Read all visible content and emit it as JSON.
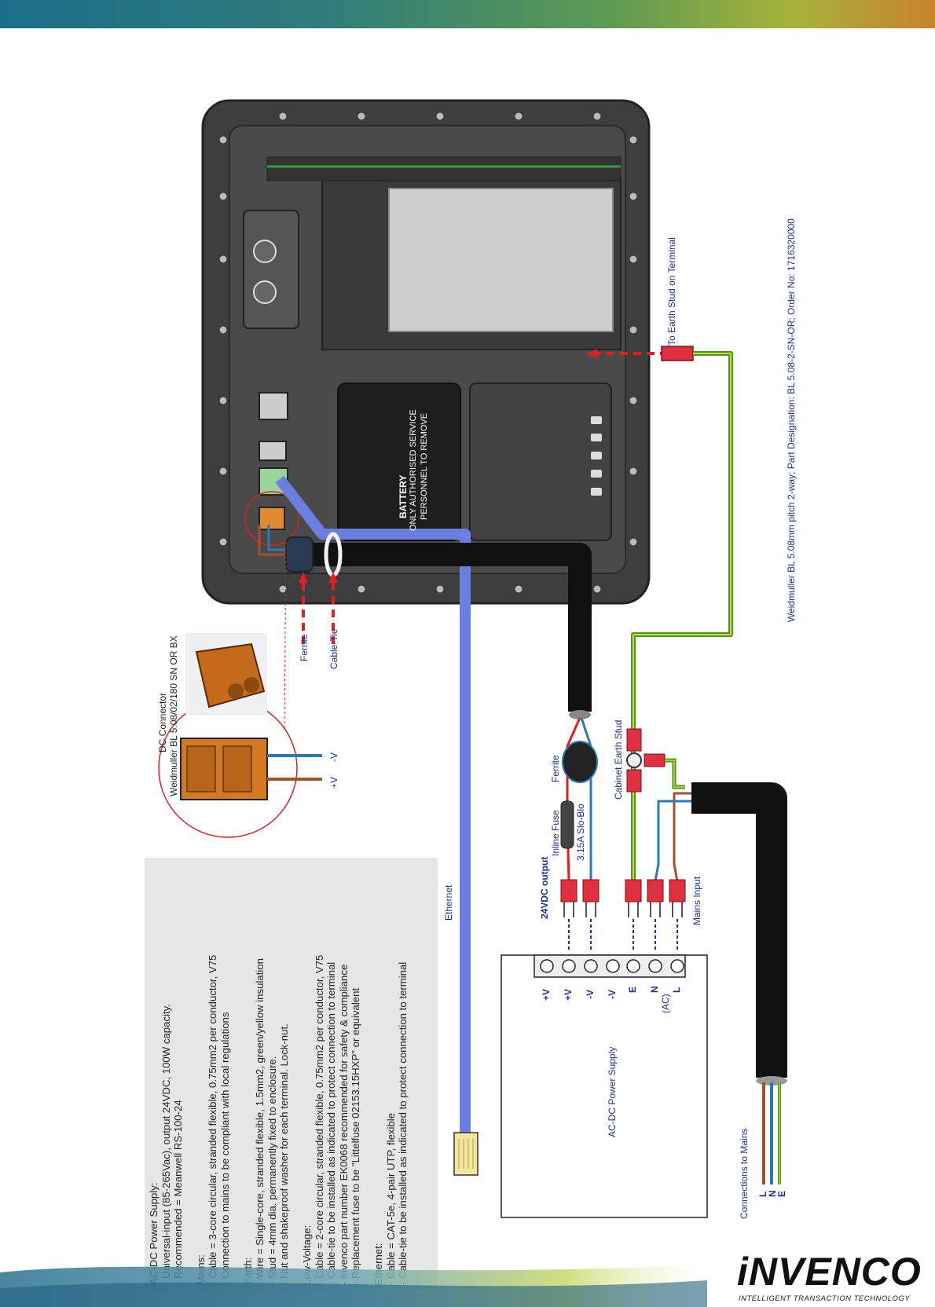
{
  "notes": {
    "power_supply": {
      "heading": "AC-DC Power Supply:",
      "lines": [
        "- Universal-input (85-265Vac), output 24VDC, 100W capacity.",
        "- Recommended = Meanwell RS-100-24"
      ]
    },
    "mains": {
      "heading": "Mains:",
      "lines": [
        "- Cable = 3-core circular, stranded flexible, 0.75mm2 per conductor, V75",
        "- Connection to mains to be compliant with local regulations"
      ]
    },
    "earth": {
      "heading": "Earth:",
      "lines": [
        "- Wire = Single-core, stranded flexible, 1.5mm2, green/yellow insulation",
        "- Stud = 4mm dia. permanently fixed to enclosure.",
        "- Nut and shakeproof washer for each terminal. Lock-nut."
      ]
    },
    "low_voltage": {
      "heading": "Low-Voltage:",
      "lines": [
        "- Cable = 2-core circular, stranded flexible, 0.75mm2 per conductor, V75",
        "- Cable-tie to be installed as indicated to protect connection to terminal",
        "- Invenco part number EK0068 recommended for safety & compliance",
        "- Replacement fuse to be \"Littelfuse 02153.15HXP\" or equivalent"
      ]
    },
    "ethernet": {
      "heading": "Ethernet:",
      "lines": [
        "- Cable = CAT-5e, 4-pair UTP, flexible",
        "- Cable-tie to be installed as indicated to protect connection to terminal"
      ]
    }
  },
  "labels": {
    "dc_connector": "DC Connector",
    "dc_connector_part": "Weidmuller BL 5.08/02/180 SN OR BX",
    "plus_v": "+V",
    "minus_v": "-V",
    "ferrite": "Ferrite",
    "cable_tie": "Cable-Tie",
    "ethernet": "Ethernet",
    "earth_stud": "To Earth Stud on Terminal",
    "weidmuller_note": "Weidmuller BL 5.08mm pitch 2-way; Part Designation: BL 5.08-2-SN-OR; Order No: 1716320000",
    "battery_title": "BATTERY",
    "battery_line1": "ONLY AUTHORISED SERVICE",
    "battery_line2": "PERSONNEL TO REMOVE",
    "output_24v": "24VDC output",
    "inline_fuse": "Inline Fuse",
    "fuse_rating": "3.15A Slo-Blo",
    "ferrite2": "Ferrite",
    "cabinet_earth_stud": "Cabinet Earth Stud",
    "mains_input": "Mains Input",
    "power_supply_box": "AC-DC Power Supply",
    "connections_to_mains": "Connections to Mains",
    "psu_terminals": [
      "+V",
      "+V",
      "-V",
      "-V",
      "E",
      "N",
      "L"
    ],
    "psu_ac": "(AC)",
    "mains_letters": [
      "L",
      "N",
      "E"
    ]
  },
  "logo": {
    "name": "iNVENCO",
    "tagline": "INTELLIGENT TRANSACTION TECHNOLOGY"
  },
  "colors": {
    "label_blue": "#1a2fa0",
    "ethernet_cable": "#6b7fe0",
    "red_arrow": "#e02020",
    "earth_green": "#3a9a2a",
    "earth_yellow": "#e6d21e",
    "wire_brown": "#a0522d",
    "wire_blue": "#2a7ab8"
  }
}
